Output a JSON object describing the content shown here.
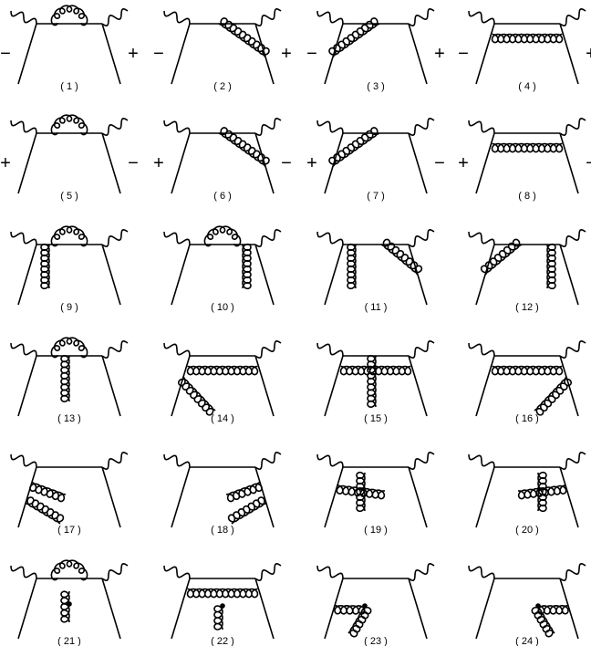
{
  "signs": {
    "minus": "−",
    "plus": "+"
  },
  "diagrams": [
    {
      "label": "( 1 )",
      "gluon": "top-loop",
      "left_sign": "−",
      "right_sign": "+"
    },
    {
      "label": "( 2 )",
      "gluon": "right-corner",
      "left_sign": "−",
      "right_sign": "+"
    },
    {
      "label": "( 3 )",
      "gluon": "left-corner",
      "left_sign": "−",
      "right_sign": "+"
    },
    {
      "label": "( 4 )",
      "gluon": "horizontal",
      "left_sign": "−",
      "right_sign": "+"
    },
    {
      "label": "( 5 )",
      "gluon": "top-loop",
      "left_sign": "+",
      "right_sign": "−"
    },
    {
      "label": "( 6 )",
      "gluon": "right-corner",
      "left_sign": "+",
      "right_sign": "−"
    },
    {
      "label": "( 7 )",
      "gluon": "left-corner",
      "left_sign": "+",
      "right_sign": "−"
    },
    {
      "label": "( 8 )",
      "gluon": "horizontal",
      "left_sign": "+",
      "right_sign": "−"
    },
    {
      "label": "( 9 )",
      "gluon": "top-loop+left-leg"
    },
    {
      "label": "( 10 )",
      "gluon": "top-loop+right-leg"
    },
    {
      "label": "( 11 )",
      "gluon": "left-leg+right-diag"
    },
    {
      "label": "( 12 )",
      "gluon": "right-leg+left-diag"
    },
    {
      "label": "( 13 )",
      "gluon": "top-loop+center-leg"
    },
    {
      "label": "( 14 )",
      "gluon": "horizontal+left-cross"
    },
    {
      "label": "( 15 )",
      "gluon": "horizontal+center-cross"
    },
    {
      "label": "( 16 )",
      "gluon": "horizontal+right-cross"
    },
    {
      "label": "( 17 )",
      "gluon": "left-loops"
    },
    {
      "label": "( 18 )",
      "gluon": "right-loops"
    },
    {
      "label": "( 19 )",
      "gluon": "left-triple"
    },
    {
      "label": "( 20 )",
      "gluon": "right-triple"
    },
    {
      "label": "( 21 )",
      "gluon": "top-loop+vertex"
    },
    {
      "label": "( 22 )",
      "gluon": "horizontal+vertex"
    },
    {
      "label": "( 23 )",
      "gluon": "left-vertex"
    },
    {
      "label": "( 24 )",
      "gluon": "right-vertex"
    }
  ]
}
